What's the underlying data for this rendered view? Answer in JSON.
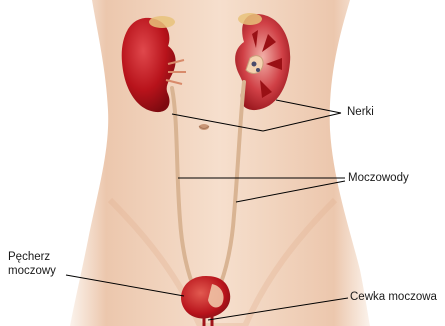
{
  "labels": {
    "kidneys": "Nerki",
    "ureters": "Moczowody",
    "bladder_line1": "Pęcherz",
    "bladder_line2": "moczowy",
    "urethra": "Cewka moczowa"
  },
  "colors": {
    "skin_light": "#f6e0cf",
    "skin_mid": "#e9bfa3",
    "skin_shadow": "#d49c7c",
    "organ_red": "#b8131b",
    "organ_dark": "#7e0a10",
    "ureter": "#d9b493",
    "leader_line": "#000000"
  }
}
